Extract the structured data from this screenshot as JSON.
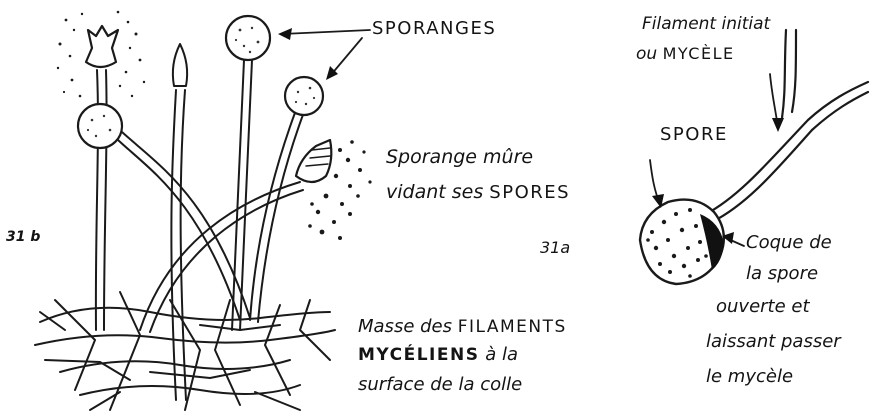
{
  "figure_31b": {
    "number": "31 b",
    "sporanges_label": "SPORANGES",
    "sporange_mure_line1": "Sporange mûre",
    "sporange_mure_line2_prefix": "vidant ses",
    "sporange_mure_line2_caps": "SPORES",
    "masse_line1_prefix": "Masse des",
    "masse_line1_caps": "FILAMENTS",
    "masse_line2_caps": "MYCÉLIENS",
    "masse_line2_suffix": "à la",
    "masse_line3": "surface de la colle"
  },
  "figure_31a": {
    "number": "31a",
    "filament_line1": "Filament initiat",
    "filament_line2_prefix": "ou",
    "filament_line2_caps": "MYCÈLE",
    "spore_label": "SPORE",
    "coque_line1": "Coque de",
    "coque_line2": "la spore",
    "coque_line3": "ouverte et",
    "coque_line4": "laissant passer",
    "coque_line5": "le mycèle"
  }
}
